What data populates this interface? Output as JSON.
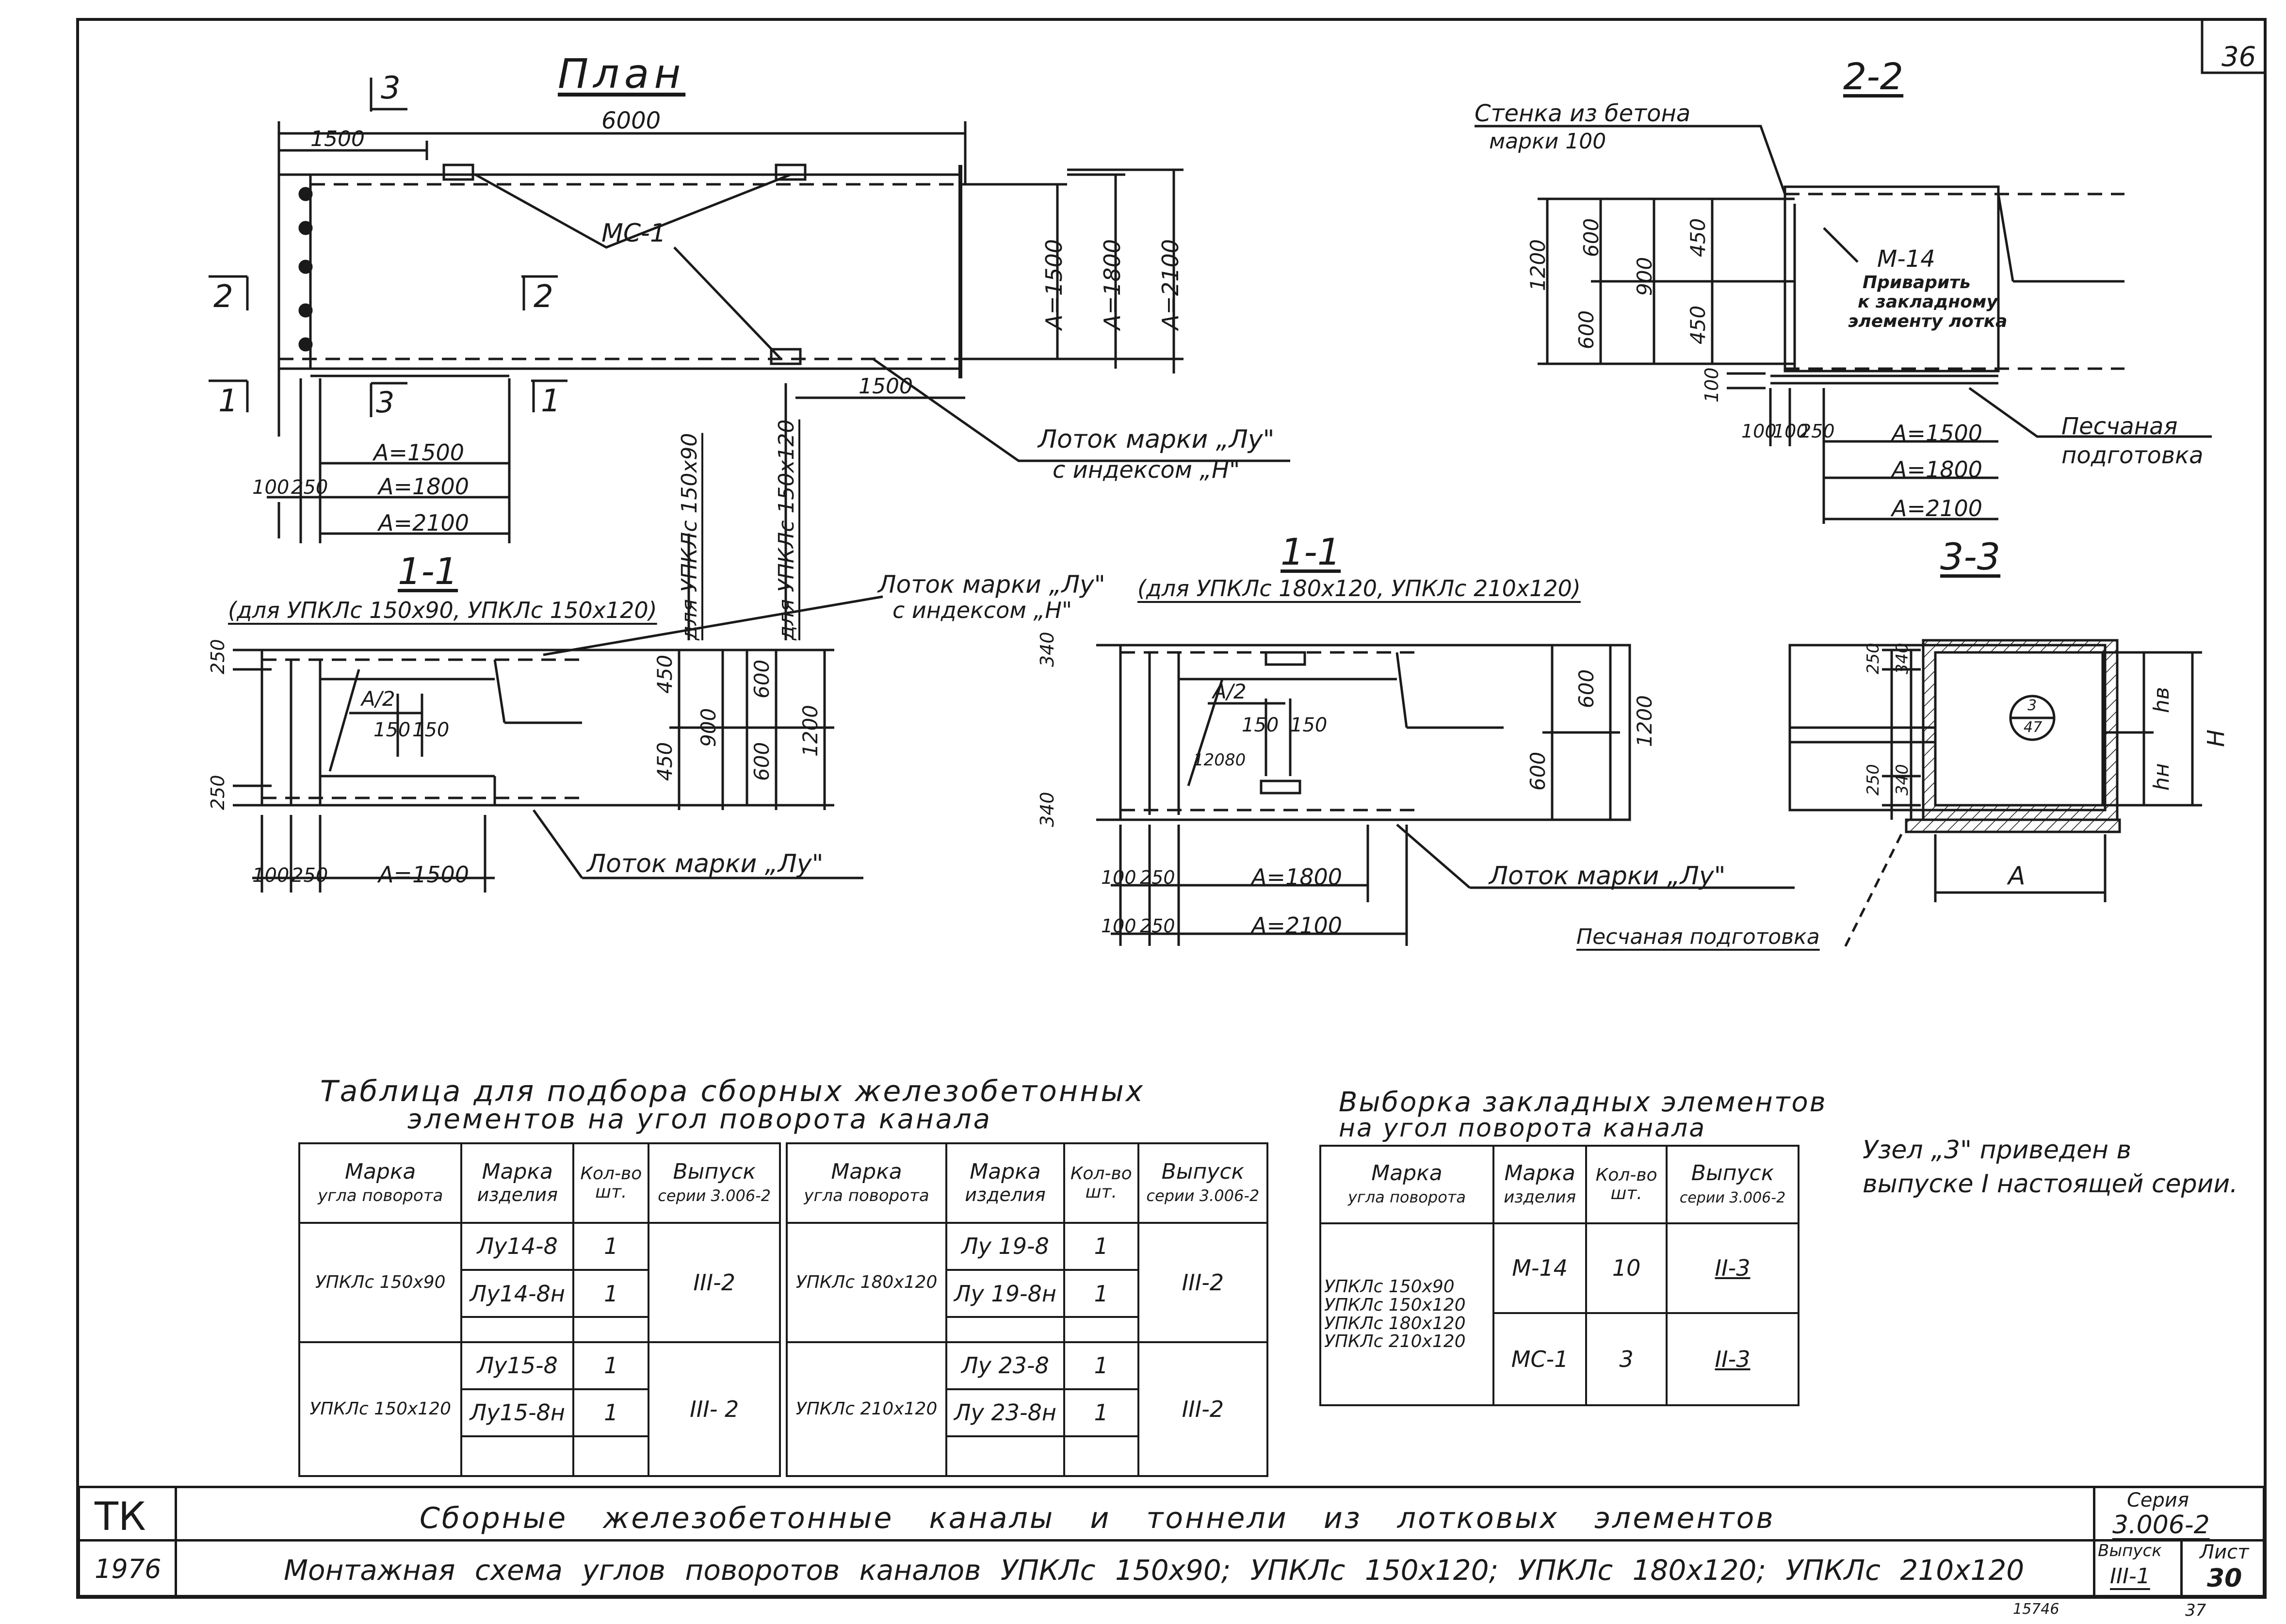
{
  "sheet_number": "36",
  "plan": {
    "title": "План",
    "section_mark_3": "3",
    "dim_total": "6000",
    "dim_left": "1500",
    "dim_right": "1500",
    "label_mc1": "МС-1",
    "dims_A": [
      "А=1500",
      "А=1800",
      "А=2100"
    ],
    "small_dims": [
      "100",
      "250"
    ],
    "sec2": "2",
    "sec1": "1",
    "sec3": "3",
    "lotok_label": "Лоток марки „Лу\"",
    "lotok_sub": "с индексом „Н\""
  },
  "vertical_labels": [
    "для УПКЛс 150х90",
    "для УПКЛс 150х120"
  ],
  "sec22": {
    "title": "2-2",
    "wall_label": "Стенка из бетона",
    "wall_sub": "марки 100",
    "dims_v": [
      "1200",
      "600",
      "600",
      "900",
      "450",
      "450",
      "100"
    ],
    "m14": "М-14",
    "weld": "Приварить",
    "weld2": "к закладному",
    "weld3": "элементу лотка",
    "sand": "Песчаная",
    "sand2": "подготовка",
    "dims_h": [
      "100",
      "100",
      "250"
    ],
    "dims_A": [
      "А=1500",
      "А=1800",
      "А=2100"
    ]
  },
  "sec11a": {
    "title": "1-1",
    "sub": "(для УПКЛс 150х90, УПКЛс 150х120)",
    "dims": [
      "250",
      "250",
      "А/2",
      "150",
      "150",
      "450",
      "450",
      "900",
      "600",
      "600",
      "1200",
      "100",
      "250",
      "А=1500"
    ],
    "lotok": "Лоток марки „Лу\""
  },
  "mid_lotok": {
    "l1": "Лоток марки „Лу\"",
    "l2": "с индексом „Н\""
  },
  "sec11b": {
    "title": "1-1",
    "sub": "(для УПКЛс 180х120, УПКЛс 210х120)",
    "dims": [
      "340",
      "340",
      "А/2",
      "150",
      "150",
      "120",
      "80",
      "600",
      "600",
      "1200",
      "100",
      "250",
      "А=1800",
      "100",
      "250",
      "А=2100"
    ],
    "lotok": "Лоток марки „Лу\""
  },
  "sec33": {
    "title": "3-3",
    "dims": [
      "250",
      "340",
      "250",
      "340",
      "hв",
      "hн",
      "H",
      "А"
    ],
    "node_top": "3",
    "node_bot": "47",
    "sand": "Песчаная подготовка"
  },
  "table1": {
    "title1": "Таблица для подбора сборных железобетонных",
    "title2": "элементов на угол поворота канала",
    "headers": [
      [
        "Марка",
        "угла поворота"
      ],
      [
        "Марка",
        "изделия"
      ],
      [
        "Кол-во",
        "шт."
      ],
      [
        "Выпуск",
        "серии 3.006-2"
      ]
    ],
    "left": [
      {
        "angle": "УПКЛс 150х90",
        "items": [
          "Лу14-8",
          "Лу14-8н"
        ],
        "qty": [
          "1",
          "1"
        ],
        "issue": "III-2"
      },
      {
        "angle": "УПКЛс 150х120",
        "items": [
          "Лу15-8",
          "Лу15-8н"
        ],
        "qty": [
          "1",
          "1"
        ],
        "issue": "III- 2"
      }
    ],
    "right": [
      {
        "angle": "УПКЛс 180х120",
        "items": [
          "Лу 19-8",
          "Лу 19-8н"
        ],
        "qty": [
          "1",
          "1"
        ],
        "issue": "III-2"
      },
      {
        "angle": "УПКЛс 210х120",
        "items": [
          "Лу 23-8",
          "Лу 23-8н"
        ],
        "qty": [
          "1",
          "1"
        ],
        "issue": "III-2"
      }
    ]
  },
  "table2": {
    "title1": "Выборка закладных элементов",
    "title2": "на угол поворота канала",
    "headers": [
      [
        "Марка",
        "угла поворота"
      ],
      [
        "Марка",
        "изделия"
      ],
      [
        "Кол-во",
        "шт."
      ],
      [
        "Выпуск",
        "серии 3.006-2"
      ]
    ],
    "angles": [
      "УПКЛс 150х90",
      "УПКЛс 150х120",
      "УПКЛс 180х120",
      "УПКЛс 210х120"
    ],
    "rows": [
      {
        "item": "М-14",
        "qty": "10",
        "issue": "II-3"
      },
      {
        "item": "МС-1",
        "qty": "3",
        "issue": "II-3"
      }
    ]
  },
  "note": {
    "l1": "Узел „3\" приведен в",
    "l2": "выпуске I настоящей серии."
  },
  "title_block": {
    "tk": "ТК",
    "year": "1976",
    "line1": "Сборные железобетонные каналы и тоннели из лотковых элементов",
    "line2": "Монтажная схема углов поворотов каналов УПКЛс 150х90; УПКЛс 150х120; УПКЛс 180х120; УПКЛс 210х120",
    "series_label": "Серия",
    "series": "3.006-2",
    "issue_label": "Выпуск",
    "issue": "III-1",
    "sheet_label": "Лист",
    "sheet": "30"
  },
  "footer": {
    "code": "15746",
    "page": "37"
  }
}
